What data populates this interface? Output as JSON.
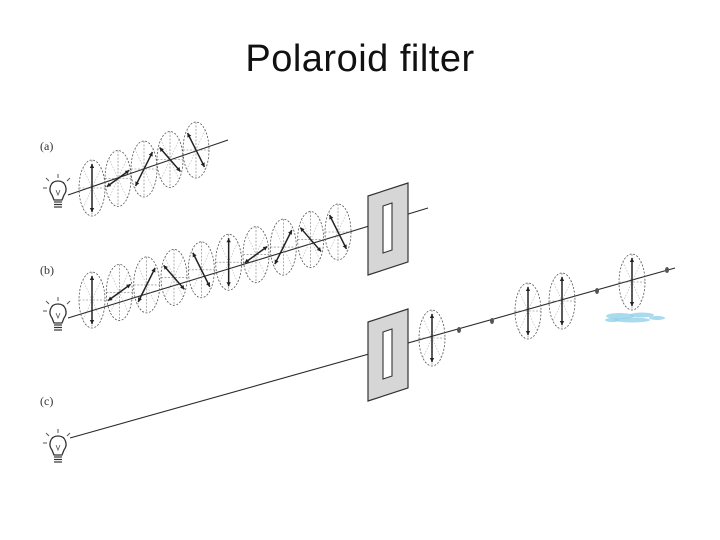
{
  "slide": {
    "title": "Polaroid filter"
  },
  "diagram": {
    "part_labels": {
      "a": "(a)",
      "b": "(b)",
      "c": "(c)"
    },
    "colors": {
      "line": "#2a2a2a",
      "ellipse": "#555555",
      "filter_fill": "#d6d6d6",
      "filter_edge": "#333333",
      "splash": "#8ccde8"
    },
    "rows": [
      {
        "id": "a",
        "label_key": "a",
        "filter": false,
        "wave_angles": [
          0,
          70,
          45,
          120,
          135
        ]
      },
      {
        "id": "b",
        "label_key": "b",
        "filter": true,
        "wave_angles": [
          0,
          70,
          45,
          120,
          135,
          0,
          70,
          45,
          120,
          135
        ]
      },
      {
        "id": "c",
        "label_key": "c",
        "filter": true,
        "after_filter": "vertical",
        "splash": true
      }
    ],
    "icons": [
      "bulb-icon-a",
      "bulb-icon-b",
      "bulb-icon-c"
    ]
  }
}
